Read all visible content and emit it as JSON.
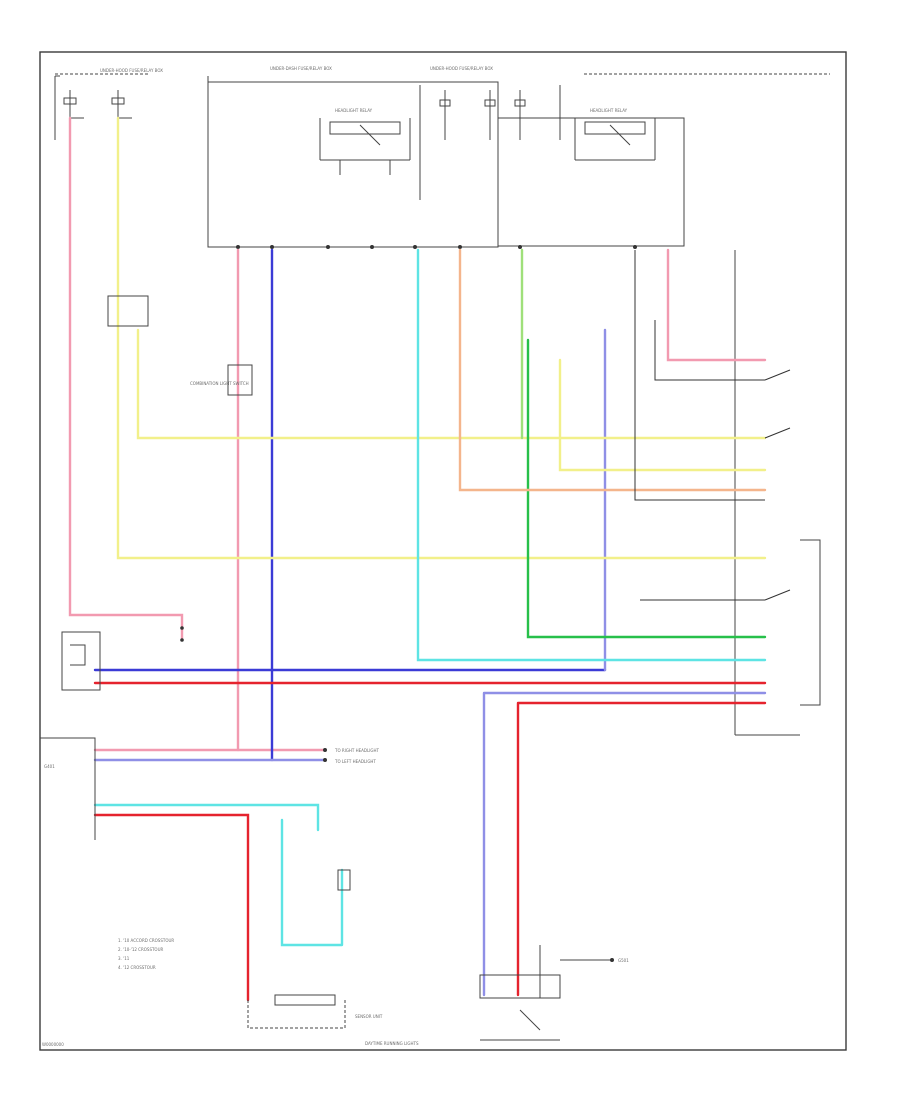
{
  "colors": {
    "pink": "#f29ab0",
    "red": "#e5232e",
    "blue": "#3b3bd6",
    "lightblue": "#8f8fe6",
    "yellow": "#f2f08a",
    "lightgreen": "#9fe07a",
    "green": "#27c04a",
    "orange": "#f4b58c",
    "cyan": "#5ee4e4",
    "black": "#333333",
    "frame": "#3a3a3a"
  },
  "labels": {
    "fuse_box_left": "UNDER-HOOD FUSE/RELAY BOX",
    "fuse_box_center": "UNDER-DASH FUSE/RELAY BOX",
    "fuse_box_right": "UNDER-HOOD FUSE/RELAY BOX",
    "relay_left": "HEADLIGHT RELAY",
    "relay_right": "HEADLIGHT RELAY",
    "sensor_bottom": "SENSOR UNIT",
    "combination_switch": "COMBINATION LIGHT SWITCH",
    "footer_note": "DAYTIME RUNNING LIGHTS",
    "ground_left": "G401",
    "ground_right": "G501",
    "legend_1": "1. '10 ACCORD CROSSTOUR",
    "legend_2": "2. '10-'12 CROSSTOUR",
    "legend_3": "3. '11",
    "legend_4": "4. '12 CROSSTOUR",
    "to_right_headlight": "TO RIGHT HEADLIGHT",
    "to_left_headlight": "TO LEFT HEADLIGHT",
    "page_tag": "W0000000"
  }
}
